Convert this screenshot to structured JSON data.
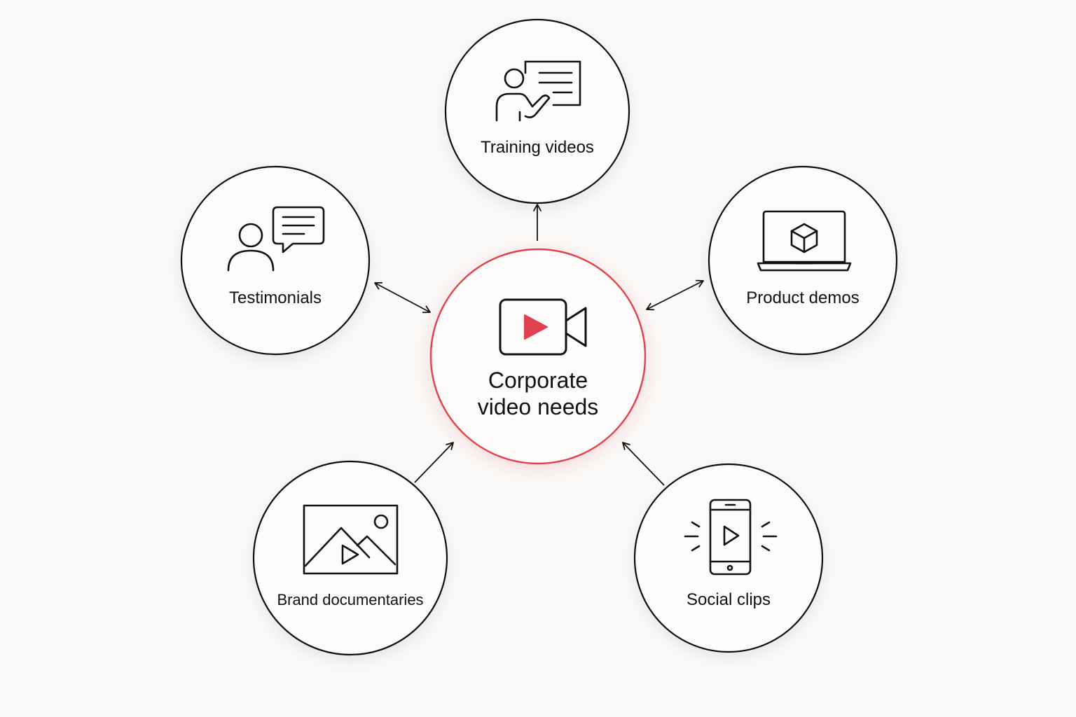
{
  "center": {
    "line1": "Corporate",
    "line2": "video needs",
    "icon": "video-camera-icon",
    "accent_color": "#e0414f"
  },
  "nodes": {
    "training": {
      "label": "Training videos",
      "icon": "presenter-whiteboard-icon"
    },
    "testimonials": {
      "label": "Testimonials",
      "icon": "person-speech-bubble-icon"
    },
    "product_demos": {
      "label": "Product demos",
      "icon": "laptop-cube-icon"
    },
    "brand_documentaries": {
      "label": "Brand documentaries",
      "icon": "landscape-play-icon"
    },
    "social_clips": {
      "label": "Social clips",
      "icon": "smartphone-play-icon"
    }
  },
  "colors": {
    "background": "#faf9f7",
    "stroke": "#111111",
    "accent": "#e0414f"
  }
}
